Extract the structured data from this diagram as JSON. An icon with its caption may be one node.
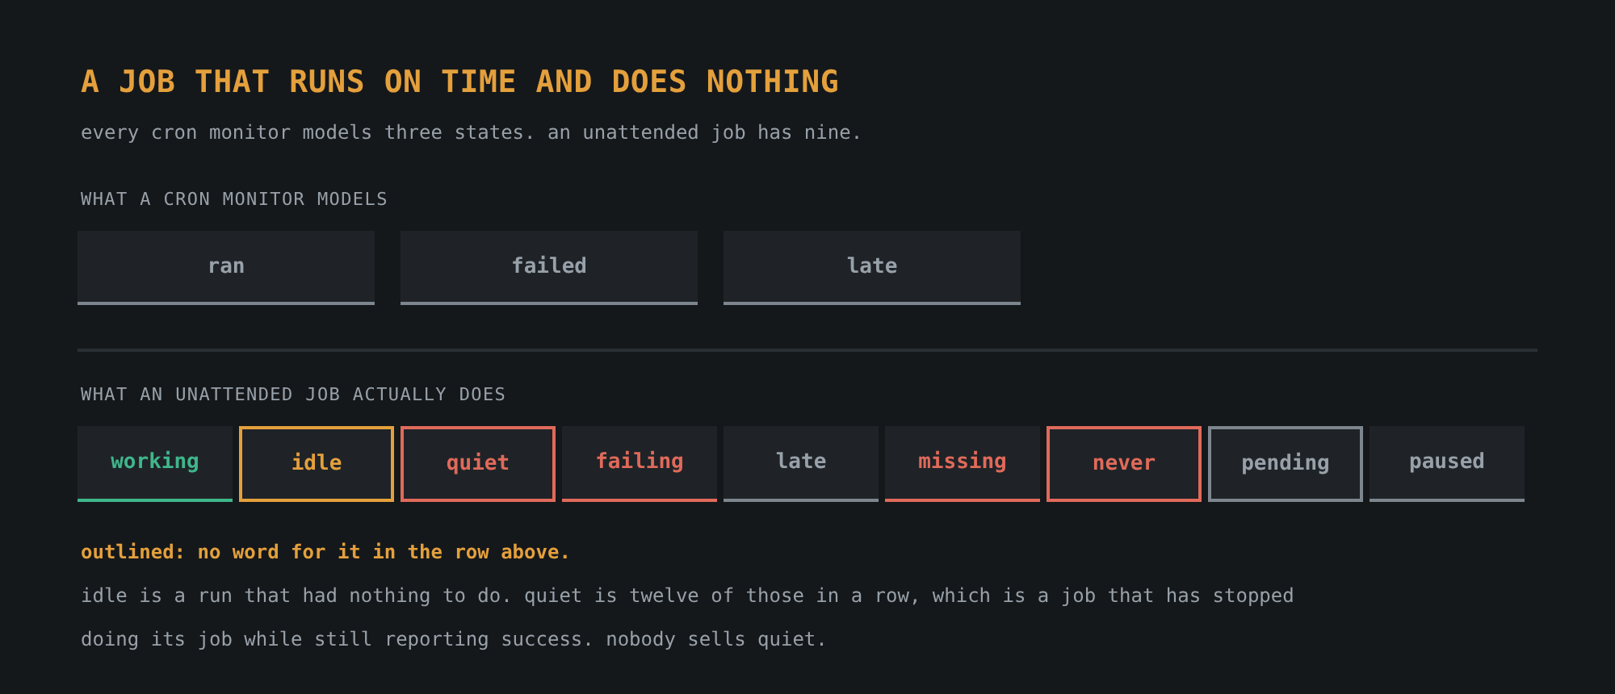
{
  "diagram": {
    "title": "A JOB THAT RUNS ON TIME AND DOES NOTHING",
    "nodes": [
      {
        "text": [
          "ran"
        ]
      },
      {
        "text": [
          "failed"
        ]
      },
      {
        "text": [
          "late"
        ]
      },
      {
        "text": [
          "working"
        ]
      },
      {
        "text": [
          "idle"
        ]
      },
      {
        "text": [
          "quiet"
        ]
      },
      {
        "text": [
          "failing"
        ]
      },
      {
        "text": [
          "late"
        ]
      },
      {
        "text": [
          "missing"
        ]
      },
      {
        "text": [
          "never"
        ]
      },
      {
        "text": [
          "pending"
        ]
      },
      {
        "text": [
          "paused"
        ]
      }
    ],
    "labels": [
      "every cron monitor models three states. an unattended job has nine.",
      "WHAT A CRON MONITOR MODELS",
      "WHAT AN UNATTENDED JOB ACTUALLY DOES",
      "outlined: no word for it in the row above.",
      "idle is a run that had nothing to do. quiet is twelve of those in a row, which is a job that has stopped doing its job while still reporting success. nobody sells quiet."
    ]
  }
}
